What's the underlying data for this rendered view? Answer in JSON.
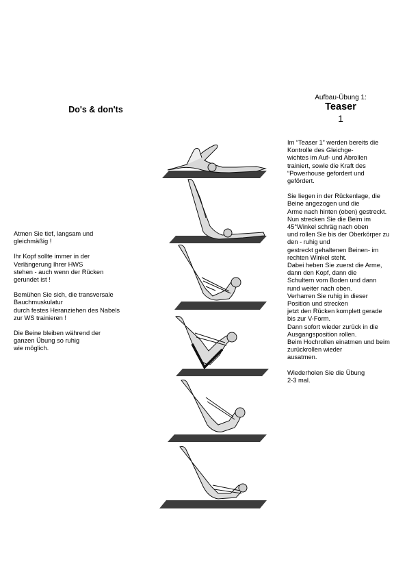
{
  "left": {
    "title": "Do's & don'ts",
    "paragraphs": [
      "Atmen Sie tief, langsam und\ngleichmäßig !",
      "Ihr Kopf sollte immer in der\nVerlängerung Ihrer HWS\nstehen - auch wenn der Rücken\ngerundet ist !",
      "Bemühen Sie sich, die transversale\nBauchmuskulatur\ndurch festes Heranziehen des Nabels\nzur WS trainieren !",
      "Die Beine bleiben während der\nganzen Übung so ruhig\nwie möglich."
    ]
  },
  "right": {
    "subtitle": "Aufbau-Übung 1:",
    "title": "Teaser",
    "number": "1",
    "paragraphs": [
      "Im “Teaser 1” werden bereits die\nKontrolle des Gleichge-\nwichtes im Auf- und Abrollen\ntrainiert, sowie die Kraft des\n“Powerhouse gefordert und\ngefördert.",
      "Sie liegen in der Rückenlage, die\nBeine angezogen und die\nArme nach hinten (oben) gestreckt.\nNun strecken Sie die Beim im\n45°Winkel schräg nach oben\nund rollen Sie bis der Oberkörper zu\nden - ruhig und\ngestreckt gehaltenen Beinen- im\nrechten Winkel steht.\nDabei heben Sie zuerst die Arme,\ndann den Kopf, dann die\nSchultern vom Boden und dann\nrund weiter nach oben.\nVerharren Sie ruhig in dieser\nPosition und strecken\njetzt den Rücken komplett gerade\nbis zur V-Form.\nDann sofort wieder zurück in die\nAusgangsposition rollen.\nBeim Hochrollen einatmen und beim\nzurückrollen wieder\nausatmen.",
      "Wiederholen Sie die Übung\n2-3 mal."
    ]
  }
}
